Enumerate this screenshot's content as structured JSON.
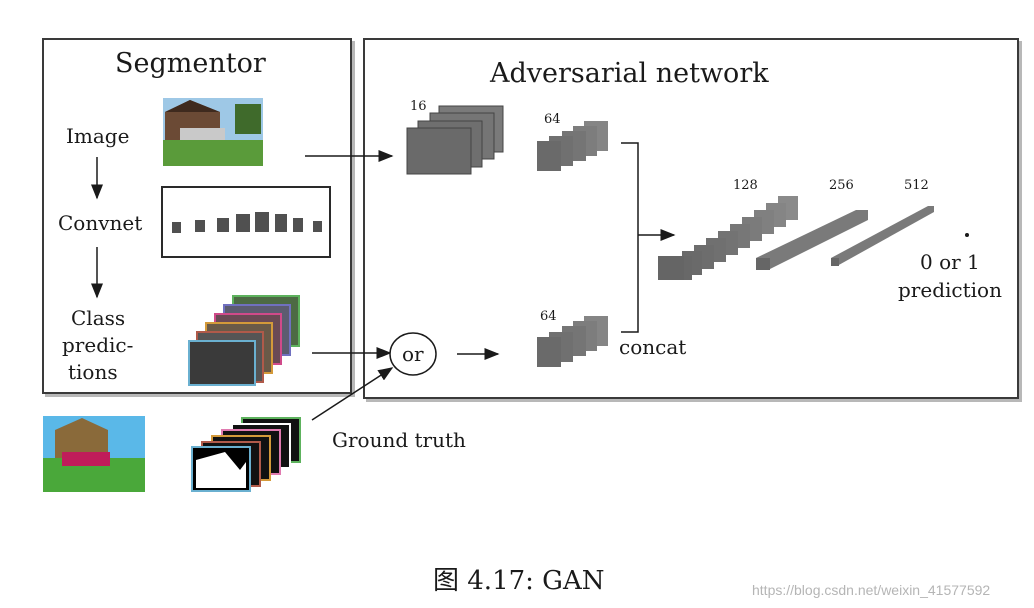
{
  "segmentor": {
    "title": "Segmentor",
    "image_label": "Image",
    "convnet_label": "Convnet",
    "class_pred_label": [
      "Class",
      "predic-",
      "tions"
    ]
  },
  "adversarial": {
    "title": "Adversarial network",
    "sizes": {
      "s16": "16",
      "s64a": "64",
      "s64b": "64",
      "s128": "128",
      "s256": "256",
      "s512": "512"
    },
    "concat_label": "concat",
    "or_label": "or",
    "output_label": [
      "0 or 1",
      "prediction"
    ]
  },
  "ground_truth_label": "Ground truth",
  "caption": "图 4.17: GAN",
  "watermark": "https://blog.csdn.net/weixin_41577592",
  "colors": {
    "block": "#6a6a6a",
    "block_side": "#888888",
    "sky": "#9ec8e6",
    "grass": "#5a9b3a"
  }
}
